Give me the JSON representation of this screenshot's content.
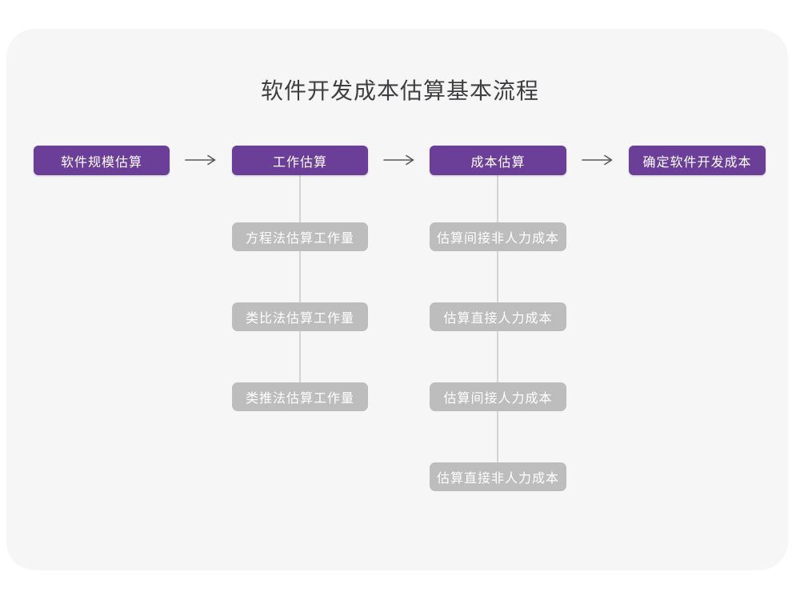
{
  "title": "软件开发成本估算基本流程",
  "colors": {
    "stage_bg": "#6b3f98",
    "substep_bg": "#bdbdbd",
    "connector": "#d4d4d4",
    "arrow": "#58585a",
    "title_text": "#3f3f42",
    "box_text": "#ffffff",
    "card_bg": "#f6f6f7",
    "page_bg": "#ffffff"
  },
  "flow": {
    "stages": [
      {
        "label": "软件规模估算",
        "substeps": []
      },
      {
        "label": "工作估算",
        "substeps": [
          "方程法估算工作量",
          "类比法估算工作量",
          "类推法估算工作量"
        ]
      },
      {
        "label": "成本估算",
        "substeps": [
          "估算间接非人力成本",
          "估算直接人力成本",
          "估算间接人力成本",
          "估算直接非人力成本"
        ]
      },
      {
        "label": "确定软件开发成本",
        "substeps": []
      }
    ],
    "arrow_glyph": "⟶"
  }
}
